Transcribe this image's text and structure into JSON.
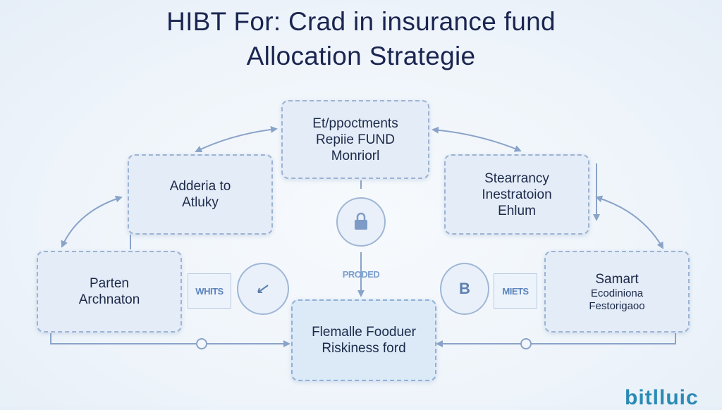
{
  "title": {
    "line1": "HIBT For: Crad in insurance fund",
    "line2": "Allocation Strategie"
  },
  "boxes": {
    "top_center": [
      "Et/ppoctments",
      "Repiie FUND",
      "Monriorl"
    ],
    "left_mid": [
      "Adderia to",
      "Atluky"
    ],
    "right_mid": [
      "Stearrancy",
      "Inestratoion",
      "Ehlum"
    ],
    "left_low": [
      "Parten",
      "Archnaton"
    ],
    "right_low": [
      "Samart",
      "Ecodiniona",
      "Festorigaoo"
    ],
    "bottom_center": [
      "Flemalle Fooduer",
      "Riskiness ford"
    ]
  },
  "chips": {
    "left": "WHITS",
    "center": "PRODED",
    "right": "MIETS"
  },
  "icons": {
    "left_circle": "arrow-icon",
    "center_circle": "lock-icon",
    "right_circle": "bitcoin-icon",
    "right_circle_symbol": "B"
  },
  "logo": "bitlluic",
  "colors": {
    "box_fill": "#e4ecf7",
    "box_border": "#9db3d4",
    "arrow": "#8aa3c8",
    "title": "#1a2550"
  }
}
